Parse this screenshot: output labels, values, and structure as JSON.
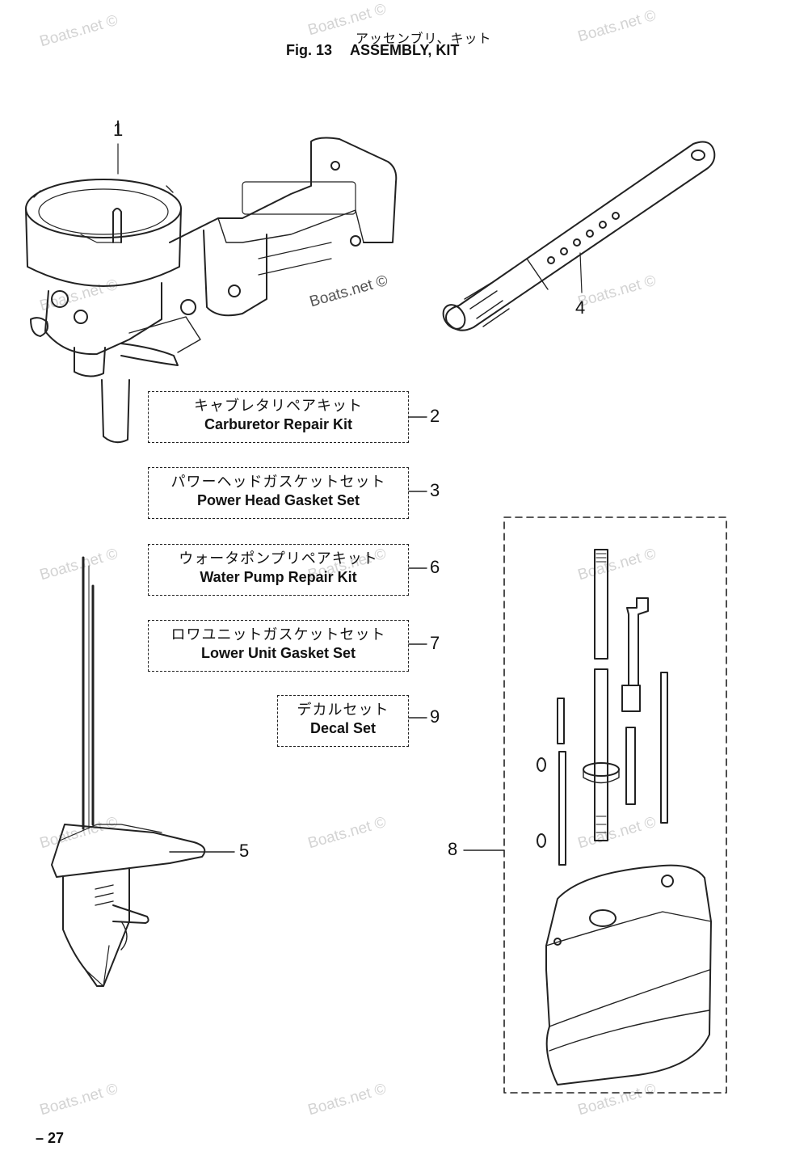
{
  "header": {
    "title_jp": "アッセンブリ、キット",
    "fig_label": "Fig. 13",
    "fig_title": "ASSEMBLY, KIT"
  },
  "kits": [
    {
      "jp": "キャブレタリペアキット",
      "en": "Carburetor Repair Kit",
      "ref": "2"
    },
    {
      "jp": "パワーヘッドガスケットセット",
      "en": "Power Head Gasket Set",
      "ref": "3"
    },
    {
      "jp": "ウォータポンプリペアキット",
      "en": "Water Pump Repair Kit",
      "ref": "6"
    },
    {
      "jp": "ロワユニットガスケットセット",
      "en": "Lower Unit Gasket Set",
      "ref": "7"
    },
    {
      "jp": "デカルセット",
      "en": "Decal Set",
      "ref": "9"
    }
  ],
  "callouts": {
    "c1": "1",
    "c4": "4",
    "c5": "5",
    "c8": "8"
  },
  "watermark": "Boats.net ©",
  "page_number": "– 27",
  "colors": {
    "ink": "#111111",
    "watermark": "#d3d3d3"
  }
}
